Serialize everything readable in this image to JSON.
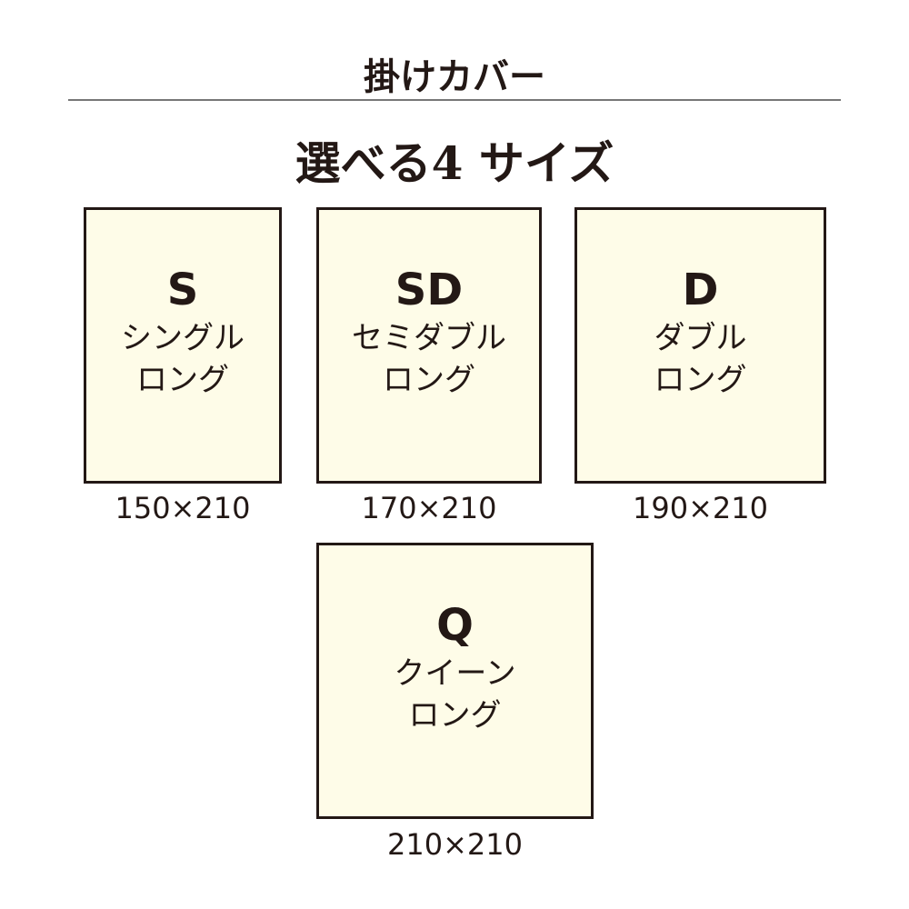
{
  "title": "掛けカバー",
  "subtitle": "選べる4 サイズ",
  "sizes": [
    {
      "code": "S",
      "name1": "シングル",
      "name2": "ロング",
      "dims": "150×210"
    },
    {
      "code": "SD",
      "name1": "セミダブル",
      "name2": "ロング",
      "dims": "170×210"
    },
    {
      "code": "D",
      "name1": "ダブル",
      "name2": "ロング",
      "dims": "190×210"
    },
    {
      "code": "Q",
      "name1": "クイーン",
      "name2": "ロング",
      "dims": "210×210"
    }
  ],
  "colors": {
    "fill": "#fefce8",
    "border": "#231815"
  }
}
